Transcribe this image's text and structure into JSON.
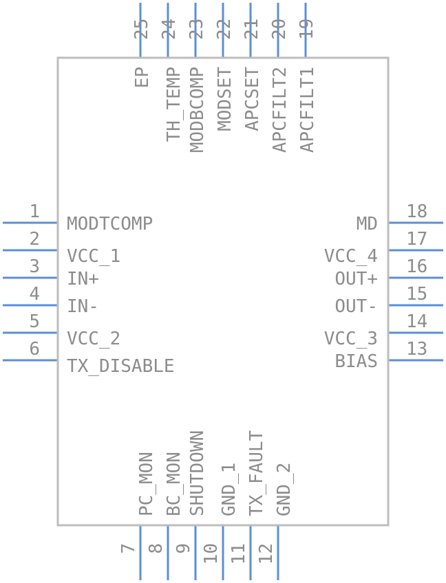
{
  "component": {
    "pins": {
      "left": [
        {
          "number": "1",
          "name": "MODTCOMP"
        },
        {
          "number": "2",
          "name": "VCC_1"
        },
        {
          "number": "3",
          "name": "IN+"
        },
        {
          "number": "4",
          "name": "IN-"
        },
        {
          "number": "5",
          "name": "VCC_2"
        },
        {
          "number": "6",
          "name": "TX_DISABLE"
        }
      ],
      "bottom": [
        {
          "number": "7",
          "name": "PC_MON"
        },
        {
          "number": "8",
          "name": "BC_MON"
        },
        {
          "number": "9",
          "name": "SHUTDOWN"
        },
        {
          "number": "10",
          "name": "GND_1"
        },
        {
          "number": "11",
          "name": "TX_FAULT"
        },
        {
          "number": "12",
          "name": "GND_2"
        }
      ],
      "right": [
        {
          "number": "13",
          "name": "BIAS"
        },
        {
          "number": "14",
          "name": "VCC_3"
        },
        {
          "number": "15",
          "name": "OUT-"
        },
        {
          "number": "16",
          "name": "OUT+"
        },
        {
          "number": "17",
          "name": "VCC_4"
        },
        {
          "number": "18",
          "name": "MD"
        }
      ],
      "top": [
        {
          "number": "19",
          "name": "APCFILT1"
        },
        {
          "number": "20",
          "name": "APCFILT2"
        },
        {
          "number": "21",
          "name": "APCSET"
        },
        {
          "number": "22",
          "name": "MODSET"
        },
        {
          "number": "23",
          "name": "MODBCOMP"
        },
        {
          "number": "24",
          "name": "TH_TEMP"
        },
        {
          "number": "25",
          "name": "EP"
        }
      ]
    }
  }
}
